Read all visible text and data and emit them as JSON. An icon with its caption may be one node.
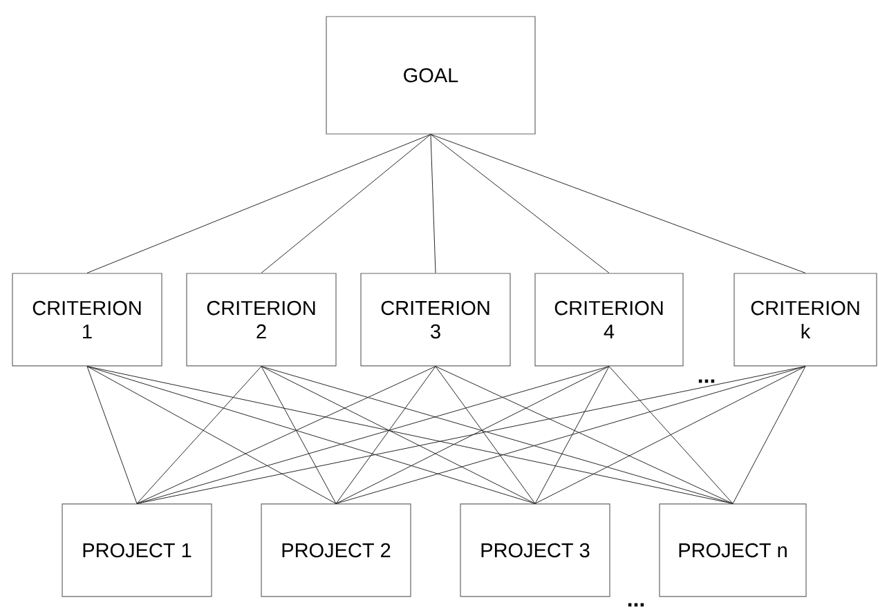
{
  "diagram": {
    "nodes": [
      {
        "text": [
          "GOAL"
        ]
      },
      {
        "text": [
          "CRITERION 1"
        ]
      },
      {
        "text": [
          "CRITERION 2"
        ]
      },
      {
        "text": [
          "CRITERION 3"
        ]
      },
      {
        "text": [
          "CRITERION 4"
        ]
      },
      {
        "text": [
          "CRITERION k"
        ]
      },
      {
        "text": [
          "PROJECT 1"
        ]
      },
      {
        "text": [
          "PROJECT 2"
        ]
      },
      {
        "text": [
          "PROJECT 3"
        ]
      },
      {
        "text": [
          "PROJECT n"
        ]
      }
    ],
    "edges": [
      {
        "from": 0,
        "to": 1,
        "arrow": "none"
      },
      {
        "from": 0,
        "to": 2,
        "arrow": "none"
      },
      {
        "from": 0,
        "to": 3,
        "arrow": "none"
      },
      {
        "from": 0,
        "to": 4,
        "arrow": "none"
      },
      {
        "from": 0,
        "to": 5,
        "arrow": "none"
      },
      {
        "from": 1,
        "to": 6,
        "arrow": "none"
      },
      {
        "from": 1,
        "to": 7,
        "arrow": "none"
      },
      {
        "from": 1,
        "to": 8,
        "arrow": "none"
      },
      {
        "from": 1,
        "to": 9,
        "arrow": "none"
      },
      {
        "from": 2,
        "to": 6,
        "arrow": "none"
      },
      {
        "from": 2,
        "to": 7,
        "arrow": "none"
      },
      {
        "from": 2,
        "to": 8,
        "arrow": "none"
      },
      {
        "from": 2,
        "to": 9,
        "arrow": "none"
      },
      {
        "from": 3,
        "to": 6,
        "arrow": "none"
      },
      {
        "from": 3,
        "to": 7,
        "arrow": "none"
      },
      {
        "from": 3,
        "to": 8,
        "arrow": "none"
      },
      {
        "from": 3,
        "to": 9,
        "arrow": "none"
      },
      {
        "from": 4,
        "to": 6,
        "arrow": "none"
      },
      {
        "from": 4,
        "to": 7,
        "arrow": "none"
      },
      {
        "from": 4,
        "to": 8,
        "arrow": "none"
      },
      {
        "from": 4,
        "to": 9,
        "arrow": "none"
      },
      {
        "from": 5,
        "to": 6,
        "arrow": "none"
      },
      {
        "from": 5,
        "to": 7,
        "arrow": "none"
      },
      {
        "from": 5,
        "to": 8,
        "arrow": "none"
      },
      {
        "from": 5,
        "to": 9,
        "arrow": "none"
      }
    ],
    "labels": [
      "...",
      "..."
    ]
  }
}
